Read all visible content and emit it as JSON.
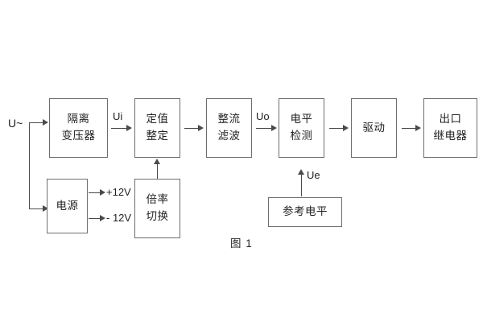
{
  "figure": {
    "caption": "图 1",
    "input_label": "U~"
  },
  "blocks": {
    "isolation_transformer": {
      "line1": "隔离",
      "line2": "变压器"
    },
    "setting_value": {
      "line1": "定值",
      "line2": "整定"
    },
    "rectify_filter": {
      "line1": "整流",
      "line2": "滤波"
    },
    "level_detect": {
      "line1": "电平",
      "line2": "检测"
    },
    "drive": {
      "line1": "驱动",
      "line2": ""
    },
    "output_relay": {
      "line1": "出口",
      "line2": "继电器"
    },
    "power_supply": {
      "line1": "电源",
      "line2": ""
    },
    "multiplier_switch": {
      "line1": "倍率",
      "line2": "切换"
    },
    "reference_level": {
      "line1": "参考电平",
      "line2": ""
    }
  },
  "signals": {
    "ui": "Ui",
    "uo": "Uo",
    "ue": "Ue",
    "plus_12v": "+12V",
    "minus_12v": "- 12V"
  },
  "colors": {
    "background": "#ffffff",
    "box_border": "#6e6e6e",
    "line": "#4a4a4a",
    "text": "#231f20"
  }
}
